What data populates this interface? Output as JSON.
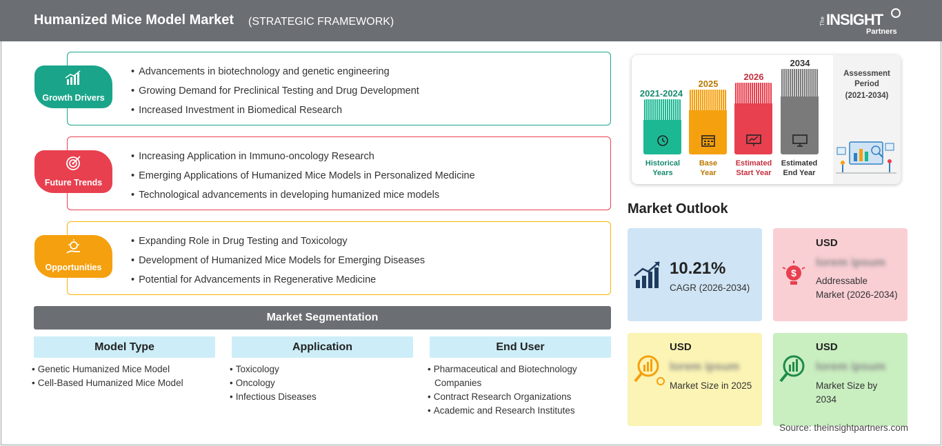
{
  "header": {
    "title": "Humanized Mice Model Market",
    "subtitle": "(STRATEGIC FRAMEWORK)",
    "logo_the": "The",
    "logo_insight": "INSIGHT",
    "logo_partners": "Partners"
  },
  "framework": {
    "growth_drivers": {
      "label": "Growth Drivers",
      "color": "#1aa58a",
      "items": [
        "Advancements in biotechnology and genetic engineering",
        "Growing Demand for Preclinical Testing and Drug Development",
        "Increased Investment in Biomedical Research"
      ]
    },
    "future_trends": {
      "label": "Future Trends",
      "color": "#e8404f",
      "items": [
        "Increasing Application in Immuno-oncology Research",
        "Emerging Applications of Humanized Mice Models in Personalized Medicine",
        "Technological advancements in developing humanized mice models"
      ]
    },
    "opportunities": {
      "label": "Opportunities",
      "color": "#f5a00f",
      "items": [
        "Expanding Role in Drug Testing and Toxicology",
        "Development of Humanized Mice Models for Emerging Diseases",
        "Potential for Advancements in Regenerative Medicine"
      ]
    }
  },
  "segmentation": {
    "title": "Market Segmentation",
    "columns": [
      {
        "heading": "Model Type",
        "items": [
          "Genetic Humanized Mice Model",
          "Cell-Based Humanized Mice Model"
        ]
      },
      {
        "heading": "Application",
        "items": [
          "Toxicology",
          "Oncology",
          "Infectious Diseases"
        ]
      },
      {
        "heading": "End User",
        "items": [
          "Pharmaceutical and Biotechnology Companies",
          "Contract Research Organizations",
          "Academic and Research Institutes"
        ]
      }
    ]
  },
  "timeline": {
    "bars": [
      {
        "year": "2021-2024",
        "caption_1": "Historical",
        "caption_2": "Years",
        "color": "#1cb894",
        "year_color": "#168a6e",
        "icon": "history-icon"
      },
      {
        "year": "2025",
        "caption_1": "Base",
        "caption_2": "Year",
        "color": "#f5a00f",
        "year_color": "#b97800",
        "icon": "calendar-icon"
      },
      {
        "year": "2026",
        "caption_1": "Estimated",
        "caption_2": "Start Year",
        "color": "#e8404f",
        "year_color": "#c52f3d",
        "icon": "presentation-icon"
      },
      {
        "year": "2034",
        "caption_1": "Estimated",
        "caption_2": "End Year",
        "color": "#7a7a7a",
        "year_color": "#333333",
        "icon": "monitor-icon"
      }
    ],
    "assessment_label": "Assessment Period",
    "assessment_range": "(2021-2034)"
  },
  "outlook": {
    "title": "Market Outlook",
    "cagr_value": "10.21%",
    "cagr_label": "CAGR (2026-2034)",
    "addressable_usd": "USD",
    "addressable_value": "lorem ipsum",
    "addressable_label": "Addressable Market (2026-2034)",
    "size2025_usd": "USD",
    "size2025_value": "lorem ipsum",
    "size2025_label": "Market Size in 2025",
    "size2034_usd": "USD",
    "size2034_value": "lorem ipsum",
    "size2034_label": "Market Size by 2034"
  },
  "source": "Source: theinsightpartners.com"
}
